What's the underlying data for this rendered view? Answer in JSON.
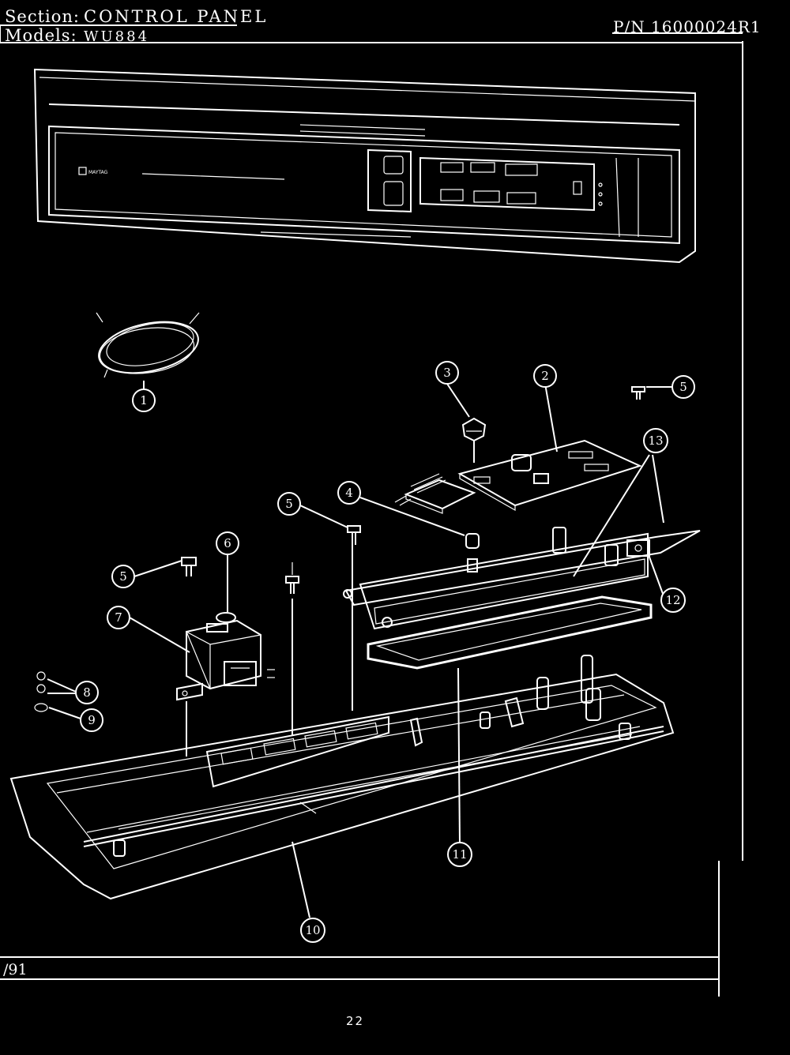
{
  "header": {
    "section_label": "Section:",
    "section_value": "CONTROL PANEL",
    "models_label": "Models:",
    "models_value": "WU884",
    "part_number": "P/N 16000024R1"
  },
  "footer": {
    "date": "/91",
    "page_number": "22"
  },
  "panel": {
    "brand": "MAYTAG"
  },
  "callouts": [
    "1",
    "2",
    "3",
    "4",
    "5",
    "6",
    "7",
    "8",
    "9",
    "10",
    "11",
    "12",
    "13"
  ]
}
